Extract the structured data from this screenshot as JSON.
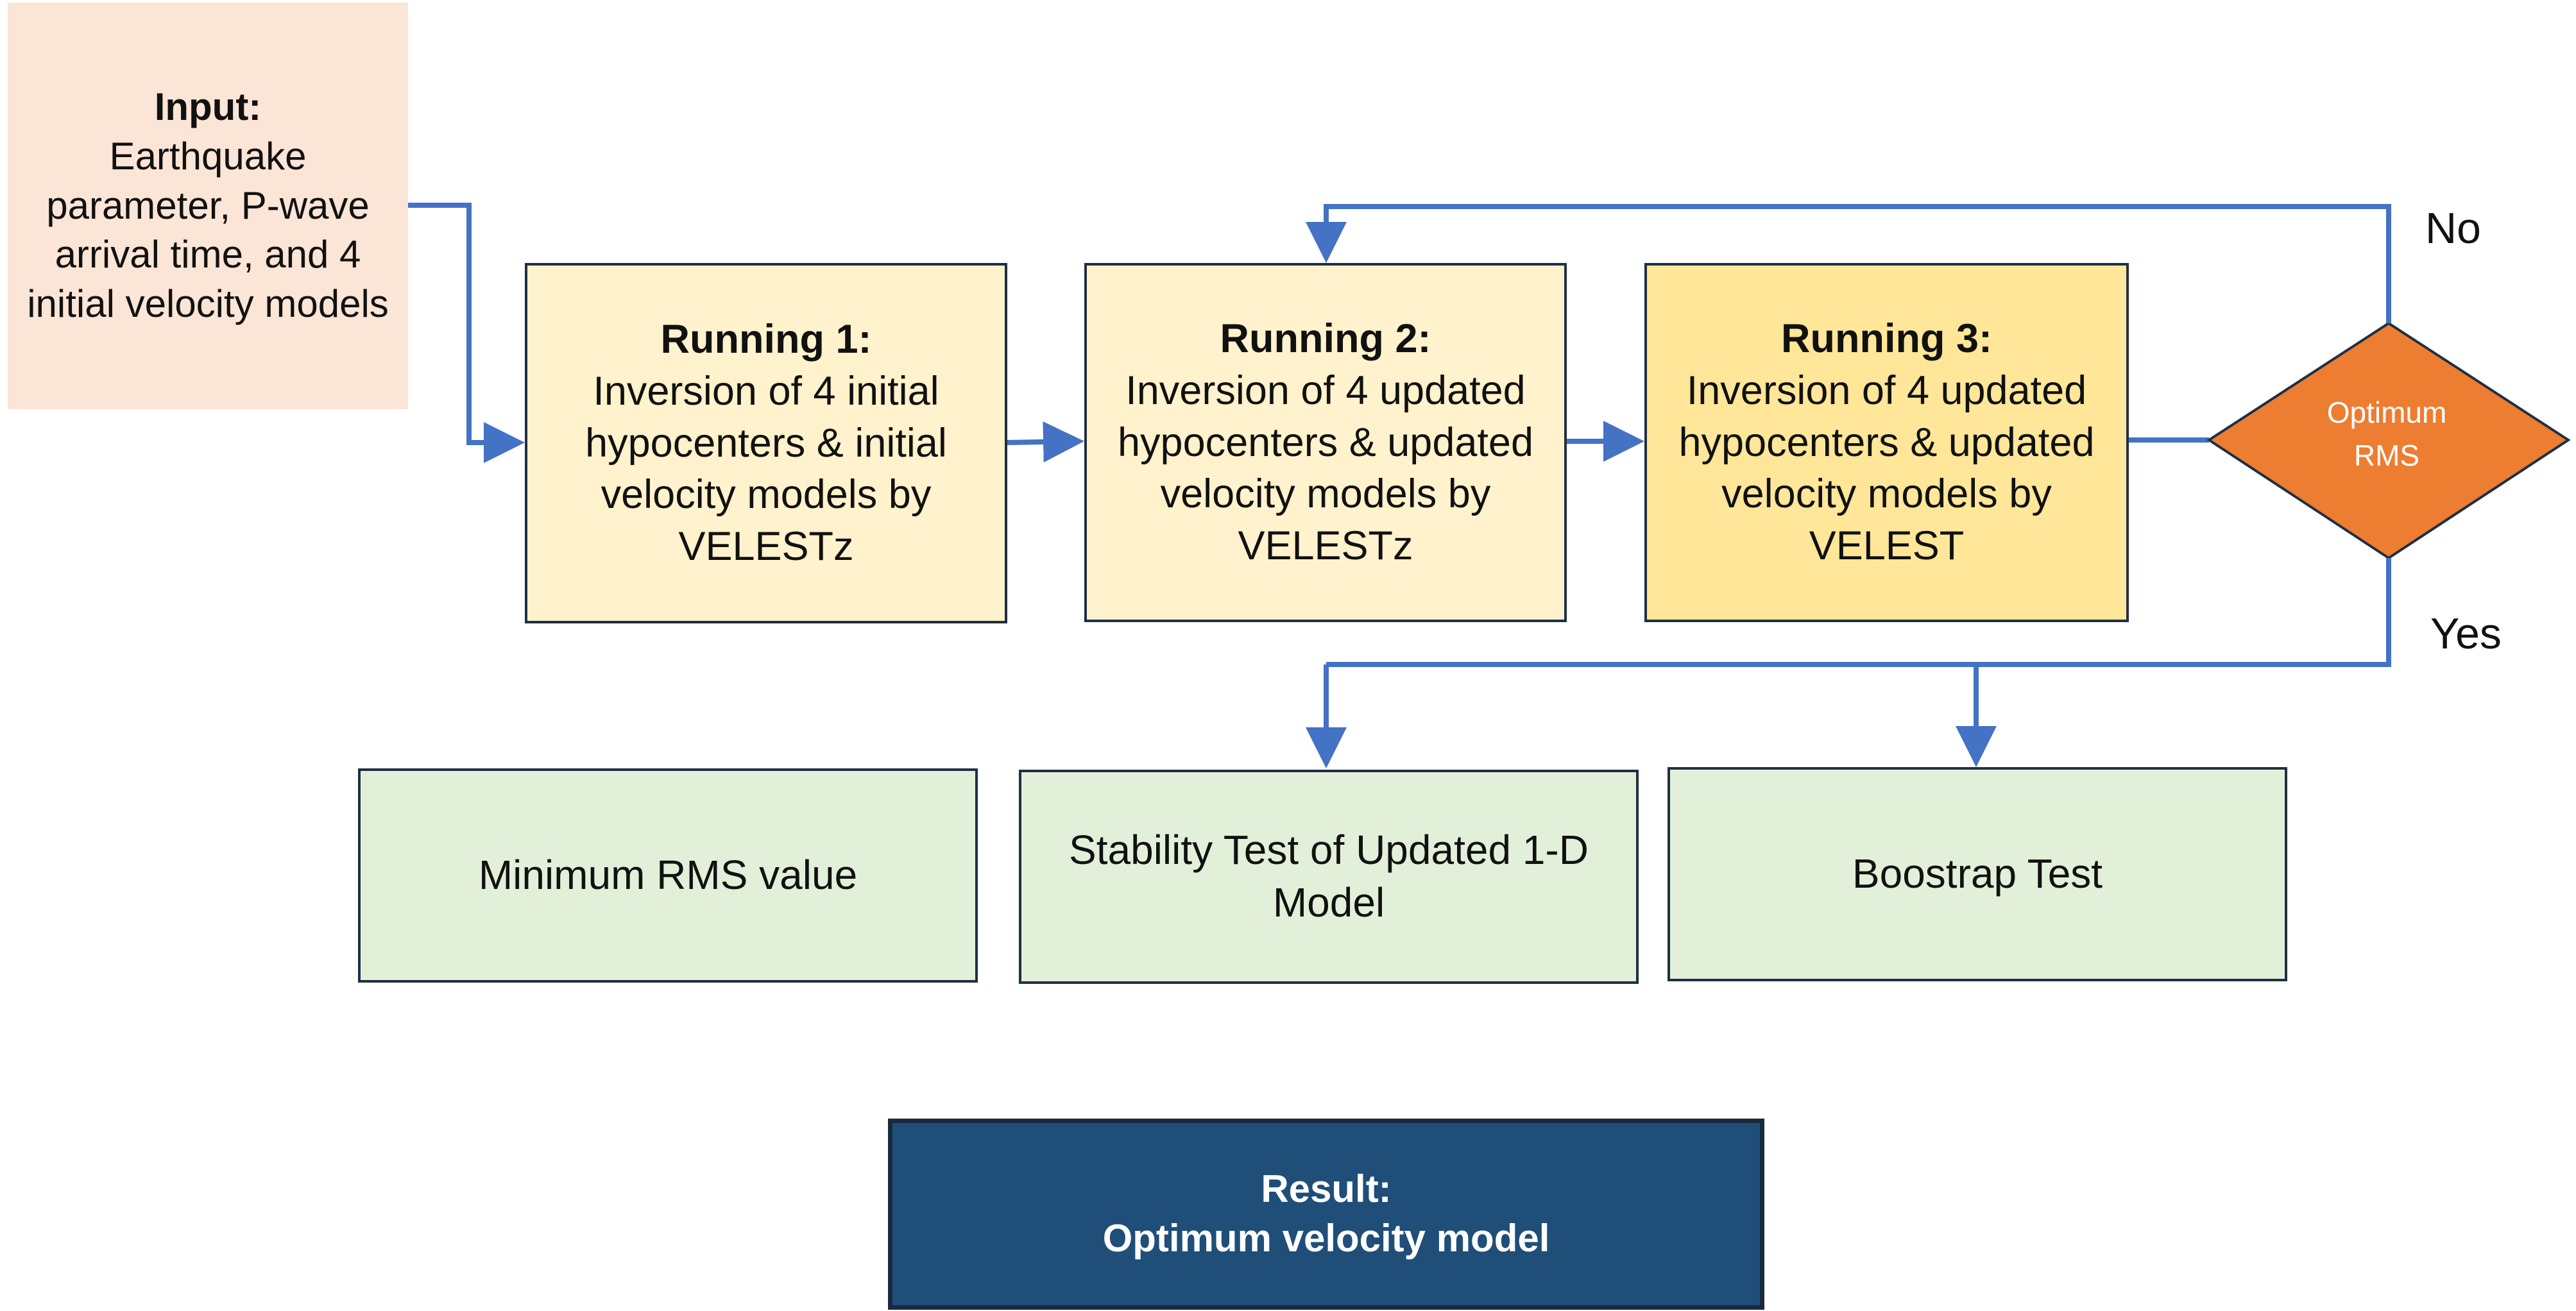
{
  "input": {
    "title": "Input:",
    "body": "Earthquake parameter, P-wave arrival time, and 4 initial velocity models"
  },
  "running_1": {
    "title": "Running 1:",
    "body": "Inversion of 4 initial hypocenters & initial velocity models by VELESTz"
  },
  "running_2": {
    "title": "Running 2:",
    "body": "Inversion of 4 updated hypocenters & updated velocity models by VELESTz"
  },
  "running_3": {
    "title": "Running 3:",
    "body": "Inversion of 4 updated hypocenters & updated velocity models by VELEST"
  },
  "decision": {
    "line1": "Optimum",
    "line2": "RMS",
    "no_label": "No",
    "yes_label": "Yes"
  },
  "outputs": {
    "min_rms": "Minimum RMS value",
    "stability_test": "Stability Test of Updated 1-D Model",
    "bootstrap_test": "Boostrap Test"
  },
  "result": {
    "title": "Result:",
    "body": "Optimum velocity model"
  },
  "colors": {
    "arrow": "#4472C4",
    "input_fill": "#FBE5D6",
    "run_fill": "#FFF2CC",
    "run3_fill": "#FFE699",
    "decision_fill": "#ED7D31",
    "output_fill": "#E2F0D9",
    "result_fill": "#1F4E79",
    "border": "#1F2F44"
  }
}
